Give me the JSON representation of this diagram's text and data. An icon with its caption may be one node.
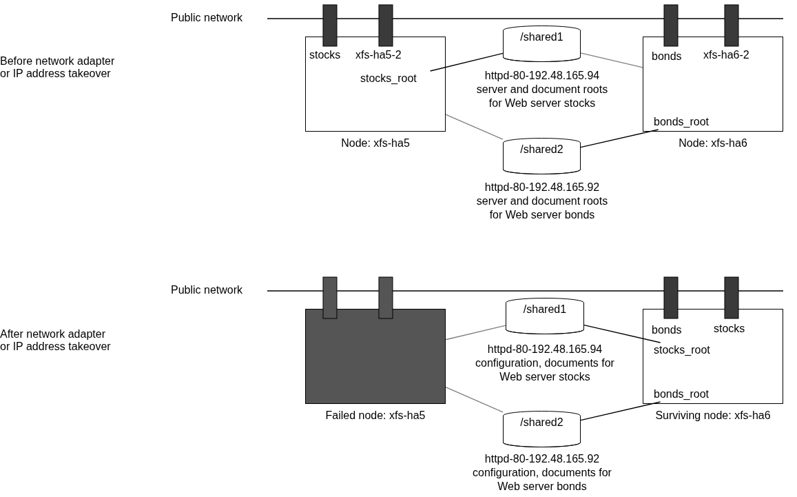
{
  "diagram": {
    "nodes": [
      {
        "text": [
          "stocks",
          "xfs-ha5-2"
        ],
        "beside": [
          "Node: xfs-ha5"
        ]
      },
      {
        "text": [
          "stocks_root"
        ],
        "in": 0
      },
      {
        "text": [
          "/shared1"
        ],
        "beside": [
          "httpd-80-192.48.165.94 server and document roots for Web server stocks"
        ]
      },
      {
        "text": [
          "bonds",
          "xfs-ha6-2"
        ],
        "beside": [
          "Node: xfs-ha6"
        ]
      },
      {
        "text": [
          "bonds_root"
        ],
        "in": 3
      },
      {
        "text": [
          "/shared2"
        ],
        "beside": [
          "httpd-80-192.48.165.92 server and document roots for Web server bonds"
        ]
      },
      {
        "text": [],
        "shape": "box",
        "beside": [
          "Failed node: xfs-ha5"
        ]
      },
      {
        "text": [
          "/shared1"
        ],
        "beside": [
          "httpd-80-192.48.165.94 configuration, documents for Web server stocks"
        ]
      },
      {
        "text": [
          "bonds",
          "stocks"
        ],
        "beside": [
          "Surviving node: xfs-ha6"
        ]
      },
      {
        "text": [
          "stocks_root"
        ],
        "in": 8
      },
      {
        "text": [
          "bonds_root"
        ],
        "in": 8
      },
      {
        "text": [
          "/shared2"
        ],
        "beside": [
          "httpd-80-192.48.165.92 configuration, documents for Web server bonds"
        ]
      }
    ],
    "edges": [
      {
        "from": 1,
        "to": 2,
        "arrow": "none"
      },
      {
        "from": 2,
        "to": 3,
        "arrow": "none",
        "color": "#808080"
      },
      {
        "from": 0,
        "to": 5,
        "arrow": "none",
        "color": "#808080"
      },
      {
        "from": 4,
        "to": 5,
        "arrow": "none"
      },
      {
        "from": 6,
        "to": 7,
        "arrow": "none",
        "color": "#808080"
      },
      {
        "from": 7,
        "to": 9,
        "arrow": "none"
      },
      {
        "from": 6,
        "to": 11,
        "arrow": "none",
        "color": "#808080"
      },
      {
        "from": 10,
        "to": 11,
        "arrow": "none"
      }
    ],
    "labels": [
      "Public network",
      "Before network adapter or IP address takeover",
      "Public network",
      "After network adapter or IP address takeover"
    ]
  }
}
